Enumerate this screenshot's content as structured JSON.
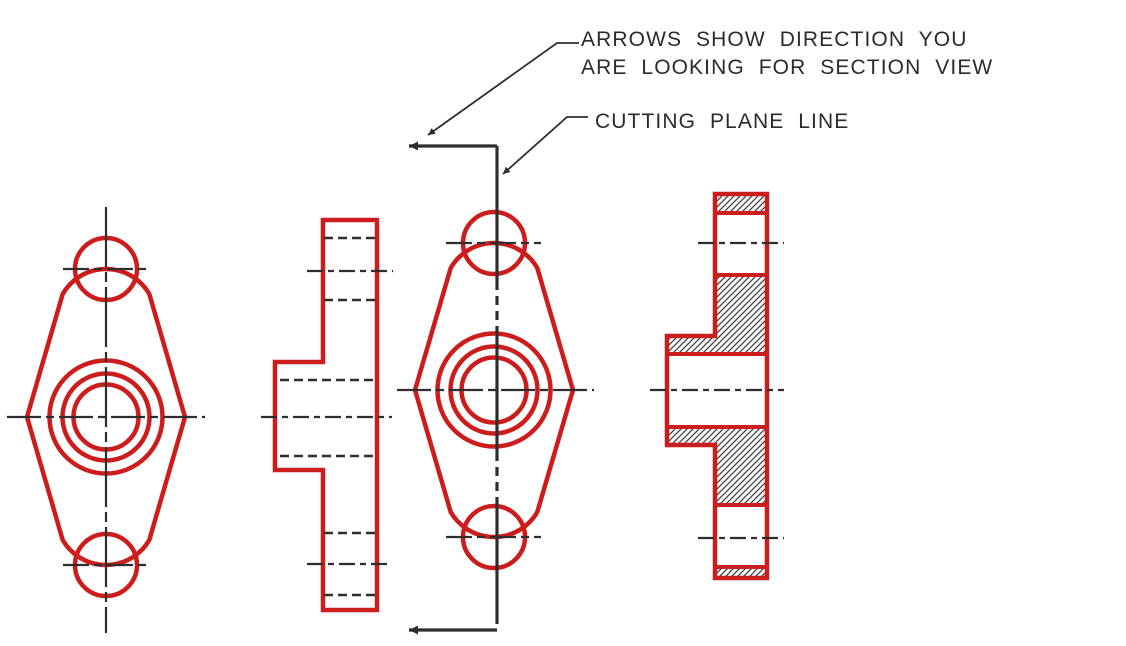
{
  "annotations": {
    "arrows_note_line1": "ARROWS SHOW DIRECTION YOU",
    "arrows_note_line2": "ARE LOOKING FOR SECTION VIEW",
    "cutting_plane_label": "CUTTING PLANE LINE"
  },
  "colors": {
    "red": "#cc1c1c",
    "ink": "#2e2e2e",
    "hatch": "#3a3a3a",
    "text": "#2b2b2b",
    "background": "#ffffff"
  }
}
